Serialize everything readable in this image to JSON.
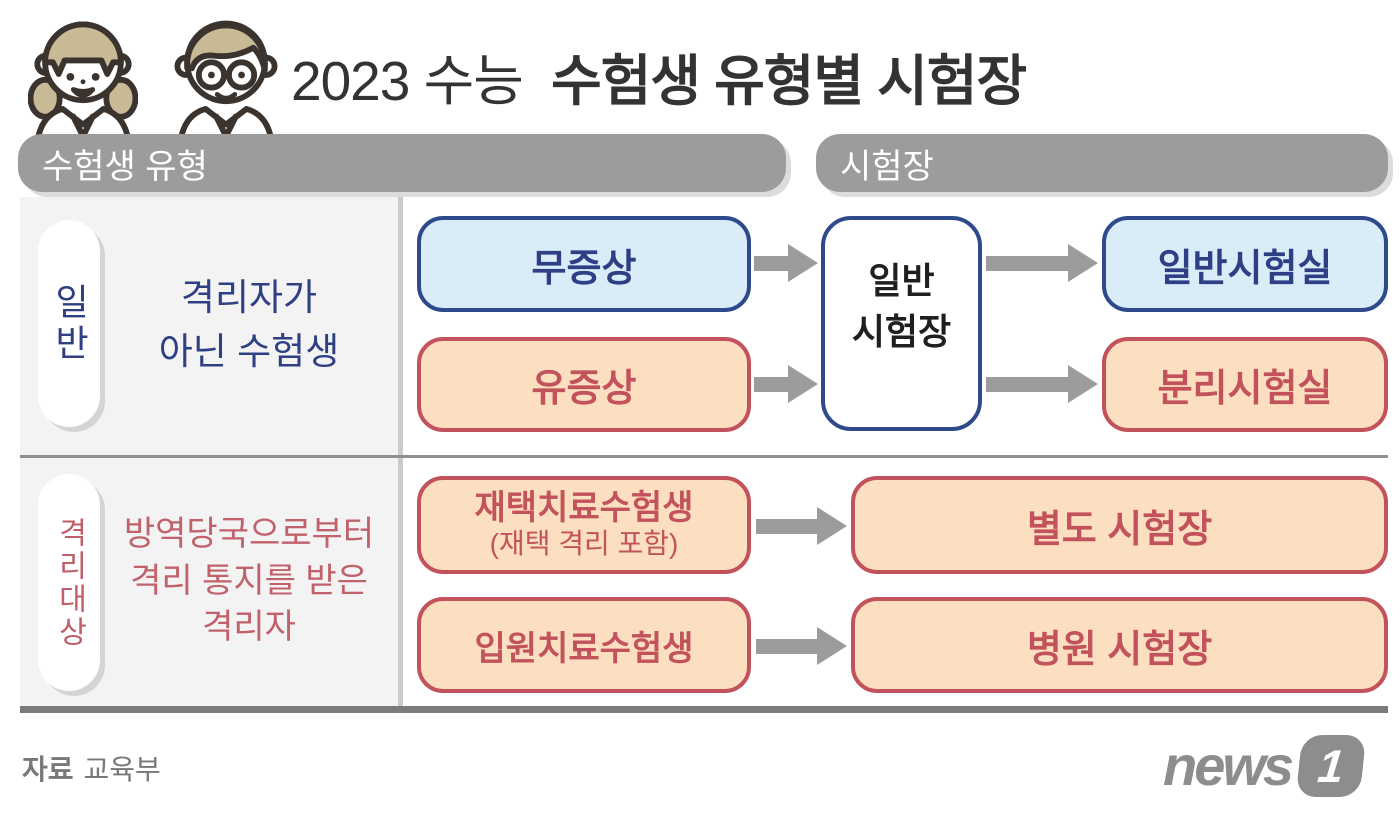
{
  "header": {
    "title_light": "2023 수능",
    "title_bold": "수험생 유형별 시험장"
  },
  "column_headers": {
    "examinee_type": "수험생 유형",
    "exam_site": "시험장"
  },
  "general_row": {
    "category": "일반",
    "description": "격리자가\n아닌 수험생",
    "asymptomatic": "무증상",
    "symptomatic": "유증상",
    "hub": "일반\n시험장",
    "general_room": "일반시험실",
    "separate_room": "분리시험실"
  },
  "quarantine_row": {
    "category": "격리대상",
    "description": "방역당국으로부터\n격리 통지를 받은\n격리자",
    "home_treatment": "재택치료수험생",
    "home_treatment_note": "(재택 격리 포함)",
    "hospital_treatment": "입원치료수험생",
    "separate_site": "별도 시험장",
    "hospital_site": "병원 시험장"
  },
  "footer": {
    "source_label": "자료",
    "source_value": "교육부",
    "logo_text": "news",
    "logo_number": "1"
  },
  "icons": {
    "header_left": "girl-student-icon",
    "header_right": "boy-student-icon",
    "flow": "arrow-right-icon"
  },
  "colors": {
    "header_pill_gray": "#9c9c9c",
    "navy_border": "#2e4a8a",
    "navy_text": "#2e3f86",
    "light_blue_fill": "#d9ecf8",
    "red_border": "#c2525b",
    "light_orange_fill": "#fcdfc0",
    "quarantine_text": "#c0616b",
    "arrow_gray": "#9c9c9c",
    "left_panel_bg": "#f3f3f4",
    "logo_gray": "#8d8d8d",
    "hair_tan": "#c9ba96"
  }
}
